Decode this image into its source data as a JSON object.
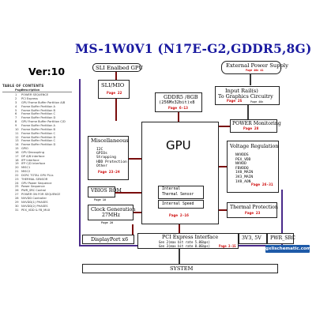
{
  "title": "MS-1W0V1 (N17E-G2,GDDR5,8G)",
  "version": "Ver:10",
  "toc": {
    "heading": "TABLE OF CONTENTS",
    "col_page": "Page",
    "col_desc": "Description",
    "rows": [
      {
        "num": "1",
        "desc": "POWER SEQUENCE"
      },
      {
        "num": "2",
        "desc": "PCI Express"
      },
      {
        "num": "3",
        "desc": "GPU Frame Buffer Partition A/B"
      },
      {
        "num": "4",
        "desc": "Frame Buffer Partition A"
      },
      {
        "num": "5",
        "desc": "Frame Buffer Partition B"
      },
      {
        "num": "6",
        "desc": "Frame Buffer Partition C"
      },
      {
        "num": "7",
        "desc": "Frame Buffer Partition D"
      },
      {
        "num": "8",
        "desc": "GPU Frame Buffer Partition C/D"
      },
      {
        "num": "9",
        "desc": "Frame Buffer Partition A"
      },
      {
        "num": "10",
        "desc": "Frame Buffer Partition B"
      },
      {
        "num": "11",
        "desc": "Frame Buffer Partition C"
      },
      {
        "num": "12",
        "desc": "Frame Buffer Partition D"
      },
      {
        "num": "13",
        "desc": "Frame Buffer Partition C"
      },
      {
        "num": "14",
        "desc": "Frame Buffer Partition D"
      },
      {
        "num": "15",
        "desc": "GPIO"
      },
      {
        "num": "16",
        "desc": "GPU Decoupling"
      },
      {
        "num": "17",
        "desc": "DP A/B Interface"
      },
      {
        "num": "18",
        "desc": "IFP Interface"
      },
      {
        "num": "19",
        "desc": "IFP C/D Interface"
      },
      {
        "num": "20",
        "desc": "MISC1"
      },
      {
        "num": "21",
        "desc": "MISC2"
      },
      {
        "num": "22",
        "desc": "DCRC TOTAL GPU PLLs"
      },
      {
        "num": "23",
        "desc": "THERMAL SENSOR"
      },
      {
        "num": "24",
        "desc": "GPU Power Sequence"
      },
      {
        "num": "25",
        "desc": "Power Sequence"
      },
      {
        "num": "26",
        "desc": "PWR_SRC Control"
      },
      {
        "num": "27",
        "desc": "POWER ON FOR SEQUENCE"
      },
      {
        "num": "28",
        "desc": "NVVDD Controller"
      },
      {
        "num": "29",
        "desc": "NVVDD(1) PHASES"
      },
      {
        "num": "30",
        "desc": "NVVDD(2) PHASES"
      },
      {
        "num": "31",
        "desc": "PEX_VDD & FB_MUX"
      }
    ]
  },
  "blocks": {
    "sli_gpu": "SLI Enalbed GPU",
    "ext_power": "External Power Supply",
    "ext_power_sub": "Page 40n 41",
    "sli_mio": "SLI/MIO",
    "sli_mio_page": "Page 22",
    "gddr5": "GDDR5 /8GB",
    "gddr5_sub": "(256Mx32bit)x8",
    "gddr5_page": "Page 6-13",
    "input_rails": "Input Rail(s)",
    "input_rails2": "To Graphics Circuitry",
    "input_rails_page": "Page 25",
    "input_rails_page2": "Page 40n",
    "misc": "Miscellaneous",
    "misc_items": [
      "I2C",
      "GPIOs",
      "Strapping",
      "HDD Protection",
      "Other"
    ],
    "misc_page": "Page 23-24",
    "gpu": "GPU",
    "internal_sensor": "Internal",
    "internal_sensor2": "Thermal Sensor",
    "internal_speed": "Internal Speed",
    "gpu_page": "Page 2-16",
    "power_mon": "POWER Monitoring",
    "power_mon_page": "Page 28",
    "volt_reg": "Voltage Regulation",
    "volt_items": [
      "NVVDDS",
      "PEX_VDD",
      "NVVDD",
      "FBVDDQ",
      "1V8_MAIN",
      "3V3_MAIN",
      "1V8_AON"
    ],
    "volt_page": "Page 26-31",
    "vbios": "VBIOS ROM",
    "vbios_page": "Page 18",
    "clock_gen": "Clock Generation",
    "clock_sub": "27MHz",
    "clock_page": "Page 20",
    "thermal": "Thermal Protection",
    "thermal_page": "Page 23",
    "displayport": "DisplayPort x6",
    "pcie": "PCI Express Interface",
    "pcie_gen2": "Gen 2(max bit rate 5.0Gbps)",
    "pcie_gen3": "Gen 3(max bit rate 8.0Gbps)",
    "pcie_page": "Page 3-15",
    "v33": "3V3, 5V",
    "pwr_src": "PWR_SRC",
    "system": "SYSTEM",
    "logo": "gxlischematic.com"
  }
}
